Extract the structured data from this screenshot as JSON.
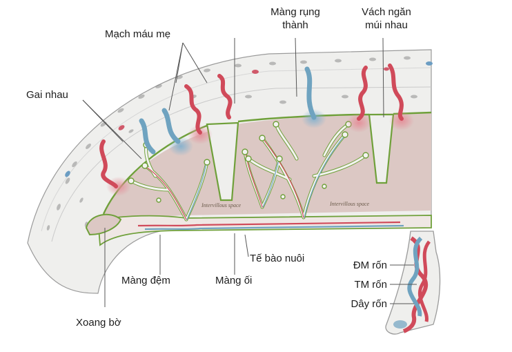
{
  "labels": {
    "mach_mau_me": "Mạch máu mẹ",
    "mang_rung_thanh_line1": "Màng rụng",
    "mang_rung_thanh_line2": "thành",
    "vach_ngan_line1": "Vách ngăn",
    "vach_ngan_line2": "múi nhau",
    "gai_nhau": "Gai nhau",
    "te_bao_nuoi": "Tế bào nuôi",
    "mang_dem": "Màng đệm",
    "mang_oi": "Màng ối",
    "xoang_bo": "Xoang bờ",
    "dm_ron": "ĐM rốn",
    "tm_ron": "TM rốn",
    "day_ron": "Dây rốn",
    "intervillous_1": "Intervillous space",
    "intervillous_2": "Intervillous space"
  },
  "colors": {
    "artery": "#d04a5a",
    "vein": "#6fa3c0",
    "villus_outline": "#6fa03a",
    "intervillous_fill": "#dcc8c4",
    "decidua_fill": "#efefed"
  }
}
